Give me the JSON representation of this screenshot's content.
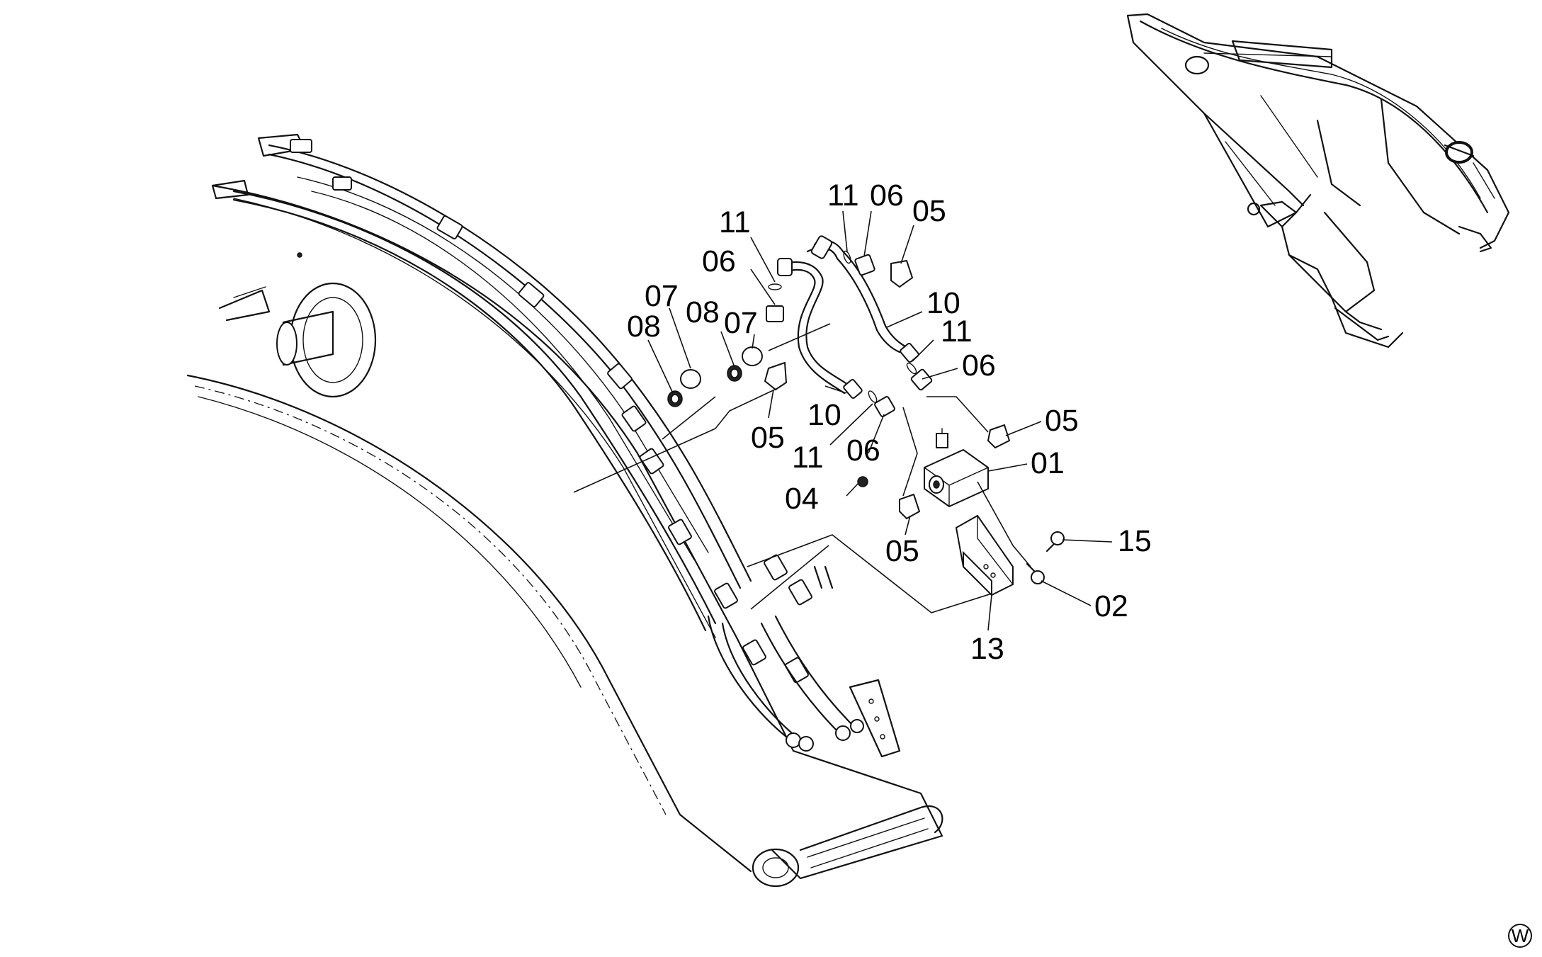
{
  "callouts": [
    {
      "id": "c-11-a",
      "text": "11"
    },
    {
      "id": "c-06-a",
      "text": "06"
    },
    {
      "id": "c-05-a",
      "text": "05"
    },
    {
      "id": "c-11-b",
      "text": "11"
    },
    {
      "id": "c-06-b",
      "text": "06"
    },
    {
      "id": "c-07-a",
      "text": "07"
    },
    {
      "id": "c-08-a",
      "text": "08"
    },
    {
      "id": "c-08-b",
      "text": "08"
    },
    {
      "id": "c-07-b",
      "text": "07"
    },
    {
      "id": "c-10-a",
      "text": "10"
    },
    {
      "id": "c-11-c",
      "text": "11"
    },
    {
      "id": "c-06-c",
      "text": "06"
    },
    {
      "id": "c-05-b",
      "text": "05"
    },
    {
      "id": "c-10-b",
      "text": "10"
    },
    {
      "id": "c-11-d",
      "text": "11"
    },
    {
      "id": "c-06-d",
      "text": "06"
    },
    {
      "id": "c-05-c",
      "text": "05"
    },
    {
      "id": "c-01",
      "text": "01"
    },
    {
      "id": "c-04",
      "text": "04"
    },
    {
      "id": "c-05-d",
      "text": "05"
    },
    {
      "id": "c-15",
      "text": "15"
    },
    {
      "id": "c-02",
      "text": "02"
    },
    {
      "id": "c-13",
      "text": "13"
    }
  ],
  "watermark": "W"
}
